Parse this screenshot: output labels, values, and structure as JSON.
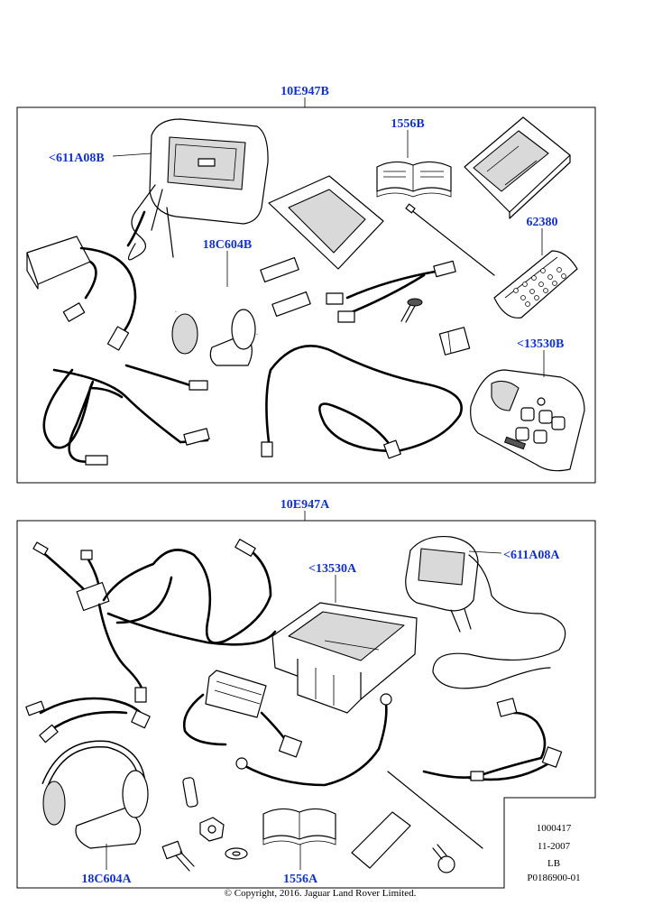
{
  "upper_kit": {
    "title": "10E947B",
    "labels": {
      "headrest_screen": "<611A08B",
      "handbook": "1556B",
      "headphones": "18C604B",
      "remote": "62380",
      "control_unit": "<13530B"
    }
  },
  "lower_kit": {
    "title": "10E947A",
    "labels": {
      "storage_box": "<13530A",
      "headrest_screen": "<611A08A",
      "headphones": "18C604A",
      "handbook": "1556A"
    }
  },
  "info_box": {
    "line1": "1000417",
    "line2": "11-2007",
    "line3": "LB",
    "line4": "P0186900-01"
  },
  "copyright": "© Copyright, 2016. Jaguar Land Rover Limited.",
  "colors": {
    "label": "#1133cc",
    "line": "#000000",
    "background": "#ffffff"
  }
}
